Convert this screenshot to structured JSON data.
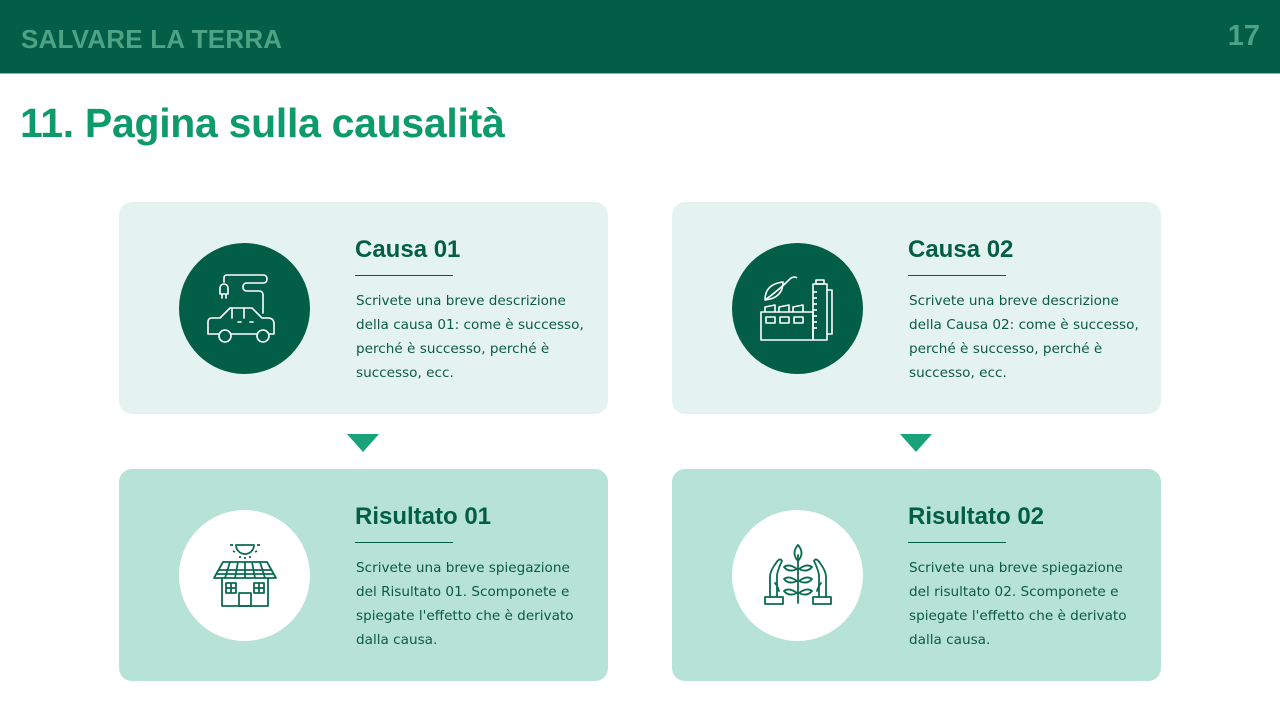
{
  "header": {
    "brand": "SALVARE LA TERRA",
    "page_number": "17"
  },
  "page": {
    "title": "11. Pagina sulla causalità"
  },
  "colors": {
    "header_bg": "#035e47",
    "header_text": "#4ea384",
    "title": "#0d9b6a",
    "cause_card_bg": "#e5f3f0",
    "result_card_bg": "#b6e3d6",
    "dark_green": "#035e47",
    "arrow": "#1aa37a"
  },
  "causes": [
    {
      "title": "Causa 01",
      "text": "Scrivete una breve descrizione della causa 01: come è successo, perché è successo, perché è successo, ecc.",
      "icon": "electric-car-charging-icon"
    },
    {
      "title": "Causa 02",
      "text": "Scrivete una breve descrizione della Causa 02: come è successo, perché è successo, perché è successo, ecc.",
      "icon": "eco-factory-leaf-icon"
    }
  ],
  "results": [
    {
      "title": "Risultato 01",
      "text": "Scrivete una breve spiegazione del Risultato 01. Scomponete e spiegate l'effetto che è derivato dalla causa.",
      "icon": "solar-house-icon"
    },
    {
      "title": "Risultato 02",
      "text": "Scrivete una breve spiegazione del risultato 02. Scomponete e spiegate l'effetto che è derivato dalla causa.",
      "icon": "hands-plant-icon"
    }
  ],
  "connectors": [
    {
      "icon": "arrow-down-icon"
    },
    {
      "icon": "arrow-down-icon"
    }
  ]
}
